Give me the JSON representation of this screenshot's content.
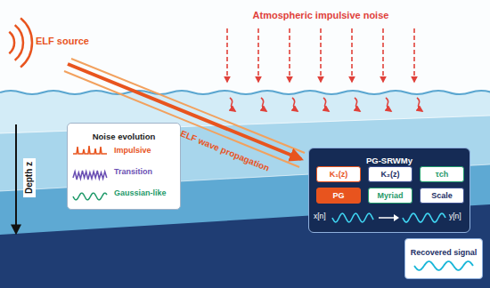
{
  "diagram": {
    "nodes": [
      {
        "text": [
          "Noise evolution"
        ]
      },
      {
        "text": [
          "PG-SRWMy"
        ]
      },
      {
        "text": [
          "K₁(z)"
        ],
        "in": 1
      },
      {
        "text": [
          "K₂(z)"
        ],
        "in": 1
      },
      {
        "text": [
          "τch"
        ],
        "in": 1
      },
      {
        "text": [
          "PG"
        ],
        "in": 1
      },
      {
        "text": [
          "Myriad"
        ],
        "in": 1
      },
      {
        "text": [
          "Scale"
        ],
        "in": 1
      },
      {
        "text": [
          "Recovered signal"
        ]
      }
    ],
    "labels": [
      "ELF source",
      "Atmospheric impulsive noise",
      "ELF wave propagation",
      "Depth z",
      "x[n]",
      "y[n]"
    ],
    "legend": [
      {
        "text": "Impulsive"
      },
      {
        "text": "Transition"
      },
      {
        "text": "Gaussian-like"
      }
    ]
  }
}
